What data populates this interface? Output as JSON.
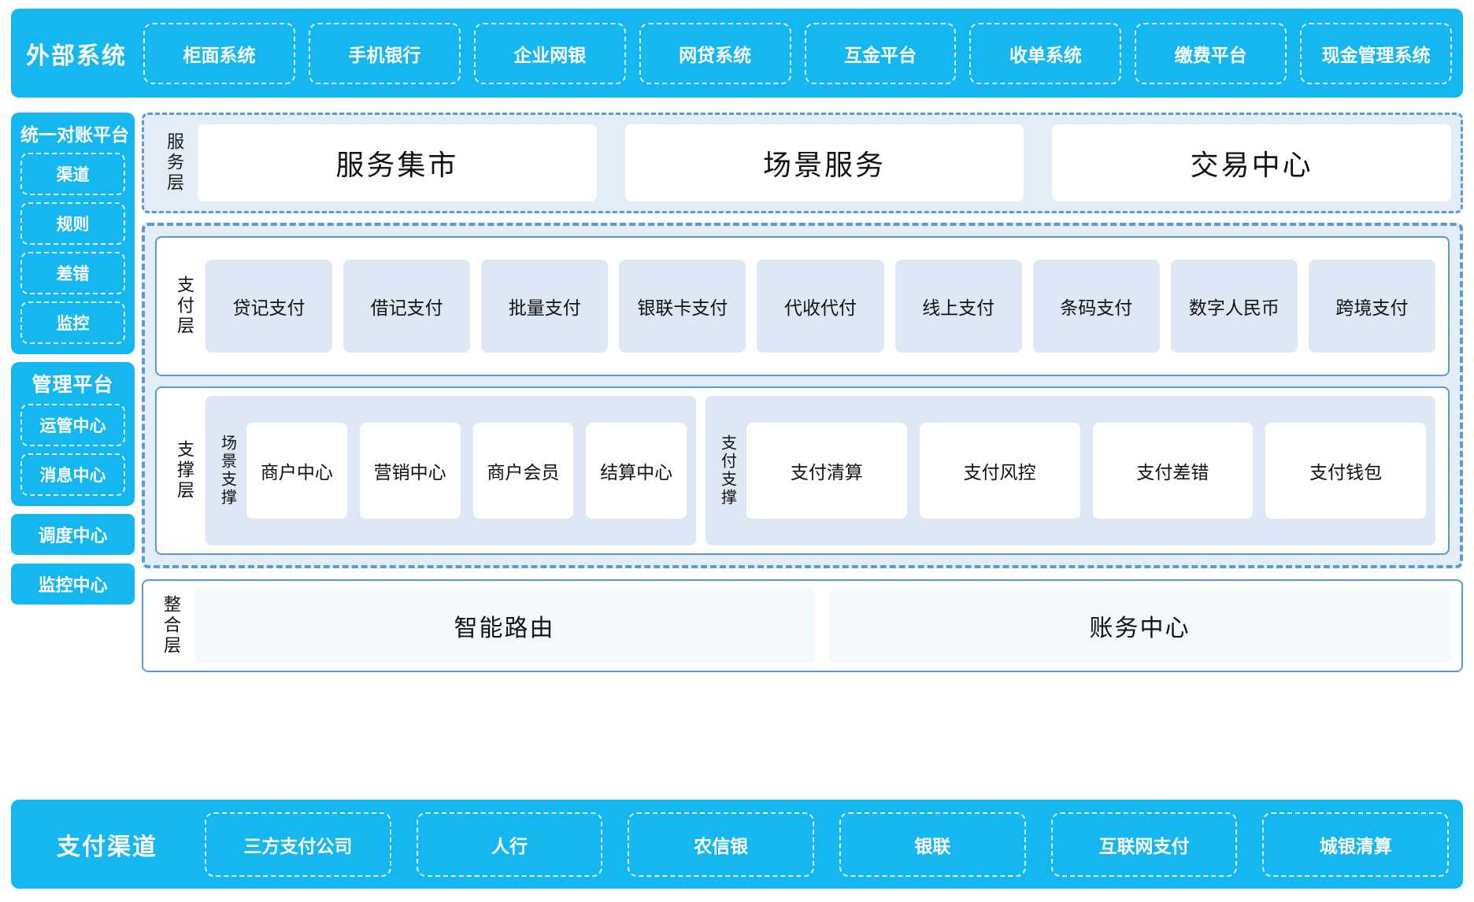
{
  "external_systems": {
    "title": "外部系统",
    "items": [
      {
        "label": "柜面系统"
      },
      {
        "label": "手机银行"
      },
      {
        "label": "企业网银"
      },
      {
        "label": "网贷系统"
      },
      {
        "label": "互金平台"
      },
      {
        "label": "收单系统"
      },
      {
        "label": "缴费平台"
      },
      {
        "label": "现金管理系统"
      }
    ]
  },
  "sidebar": {
    "reconcile_panel": {
      "title": "统一对账平台",
      "items": [
        {
          "label": "渠道"
        },
        {
          "label": "规则"
        },
        {
          "label": "差错"
        },
        {
          "label": "监控"
        }
      ]
    },
    "manage_panel": {
      "title": "管理平台",
      "items": [
        {
          "label": "运管中心"
        },
        {
          "label": "消息中心"
        }
      ]
    },
    "standalone": [
      {
        "label": "调度中心"
      },
      {
        "label": "监控中心"
      }
    ]
  },
  "service_layer": {
    "label": "服务层",
    "cards": [
      {
        "label": "服务集市"
      },
      {
        "label": "场景服务"
      },
      {
        "label": "交易中心"
      }
    ]
  },
  "payment_layer": {
    "label": "支付层",
    "cards": [
      {
        "label": "贷记支付"
      },
      {
        "label": "借记支付"
      },
      {
        "label": "批量支付"
      },
      {
        "label": "银联卡支付"
      },
      {
        "label": "代收代付"
      },
      {
        "label": "线上支付"
      },
      {
        "label": "条码支付"
      },
      {
        "label": "数字人民币"
      },
      {
        "label": "跨境支付"
      }
    ]
  },
  "support_layer": {
    "label": "支撑层",
    "scene_group": {
      "label": "场景支撑",
      "cards": [
        {
          "label": "商户中心"
        },
        {
          "label": "营销中心"
        },
        {
          "label": "商户会员"
        },
        {
          "label": "结算中心"
        }
      ]
    },
    "payment_group": {
      "label": "支付支撑",
      "cards": [
        {
          "label": "支付清算"
        },
        {
          "label": "支付风控"
        },
        {
          "label": "支付差错"
        },
        {
          "label": "支付钱包"
        }
      ]
    }
  },
  "integration_layer": {
    "label": "整合层",
    "cards": [
      {
        "label": "智能路由"
      },
      {
        "label": "账务中心"
      }
    ]
  },
  "payment_channels": {
    "title": "支付渠道",
    "items": [
      {
        "label": "三方支付公司"
      },
      {
        "label": "人行"
      },
      {
        "label": "农信银"
      },
      {
        "label": "银联"
      },
      {
        "label": "互联网支付"
      },
      {
        "label": "城银清算"
      }
    ]
  },
  "colors": {
    "brand_cyan": "#15B7F0",
    "dash_blue": "#5B9BD5",
    "panel_bg": "#E3EDF8",
    "card_bg": "#DEE8F5"
  }
}
